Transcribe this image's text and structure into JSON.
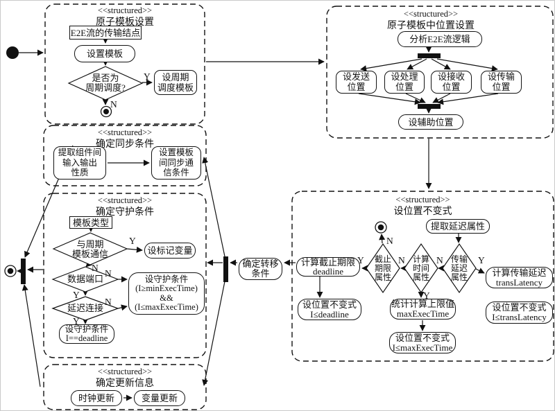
{
  "diagram": {
    "stereotype": "<<structured>>",
    "groups": {
      "atomic_template_setup": {
        "title": "原子模板设置"
      },
      "position_setup": {
        "title": "原子模板中位置设置"
      },
      "sync_conditions": {
        "title": "确定同步条件"
      },
      "guard_conditions": {
        "title": "确定守护条件"
      },
      "location_invariants": {
        "title": "设位置不变式"
      },
      "update_info": {
        "title": "确定更新信息"
      }
    },
    "nodes": {
      "e2e_node": {
        "lines": [
          "E2E流的传输结点"
        ]
      },
      "set_template": {
        "lines": [
          "设置模板"
        ]
      },
      "set_periodic_template": {
        "lines": [
          "设周期",
          "调度模板"
        ]
      },
      "analyze_e2e": {
        "lines": [
          "分析E2E流逻辑"
        ]
      },
      "set_send": {
        "lines": [
          "设发送",
          "位置"
        ]
      },
      "set_process": {
        "lines": [
          "设处理",
          "位置"
        ]
      },
      "set_receive": {
        "lines": [
          "设接收",
          "位置"
        ]
      },
      "set_transmit": {
        "lines": [
          "设传输",
          "位置"
        ]
      },
      "set_aux": {
        "lines": [
          "设辅助位置"
        ]
      },
      "extract_io": {
        "lines": [
          "提取组件间",
          "输入输出",
          "性质"
        ]
      },
      "set_sync_comm": {
        "lines": [
          "设置模板",
          "间同步通",
          "信条件"
        ]
      },
      "template_type": {
        "lines": [
          "模板类型"
        ]
      },
      "set_marker_var": {
        "lines": [
          "设标记变量"
        ]
      },
      "guard_exec": {
        "lines": [
          "设守护条件",
          "(I≥minExecTime)",
          "&&",
          "(I≤maxExecTime)"
        ]
      },
      "guard_deadline": {
        "lines": [
          "设守护条件",
          "I==deadline"
        ]
      },
      "clock_update": {
        "lines": [
          "时钟更新"
        ]
      },
      "var_update": {
        "lines": [
          "变量更新"
        ]
      },
      "extract_delay": {
        "lines": [
          "提取延迟属性"
        ]
      },
      "calc_deadline": {
        "lines": [
          "计算截止期限",
          "deadline"
        ]
      },
      "inv_deadline": {
        "lines": [
          "设位置不变式",
          "I≤deadline"
        ]
      },
      "calc_upper": {
        "lines": [
          "统计计算上限值",
          "maxExecTime"
        ]
      },
      "inv_maxexec": {
        "lines": [
          "设位置不变式",
          "I≤maxExecTime"
        ]
      },
      "calc_translatency": {
        "lines": [
          "计算传输延迟",
          "transLatency"
        ]
      },
      "inv_translatency": {
        "lines": [
          "设位置不变式",
          "I≤transLatency"
        ]
      },
      "determine_transition": {
        "lines": [
          "确定转移",
          "条件"
        ]
      }
    },
    "decisions": {
      "is_periodic": {
        "lines": [
          "是否为",
          "周期调度?"
        ]
      },
      "comm_with_periodic": {
        "lines": [
          "与周期",
          "模板通信"
        ]
      },
      "data_port": {
        "lines": [
          "数据端口"
        ]
      },
      "delay_link": {
        "lines": [
          "延迟连接"
        ]
      },
      "deadline_attr": {
        "lines": [
          "截止",
          "期限",
          "属性"
        ]
      },
      "calc_time_attr": {
        "lines": [
          "计算",
          "时间",
          "属性"
        ]
      },
      "trans_delay_attr": {
        "lines": [
          "传输",
          "延迟",
          "属性"
        ]
      }
    },
    "labels": {
      "yes": "Y",
      "no": "N"
    },
    "colors": {
      "line": "#111111",
      "background": "#ffffff"
    }
  }
}
